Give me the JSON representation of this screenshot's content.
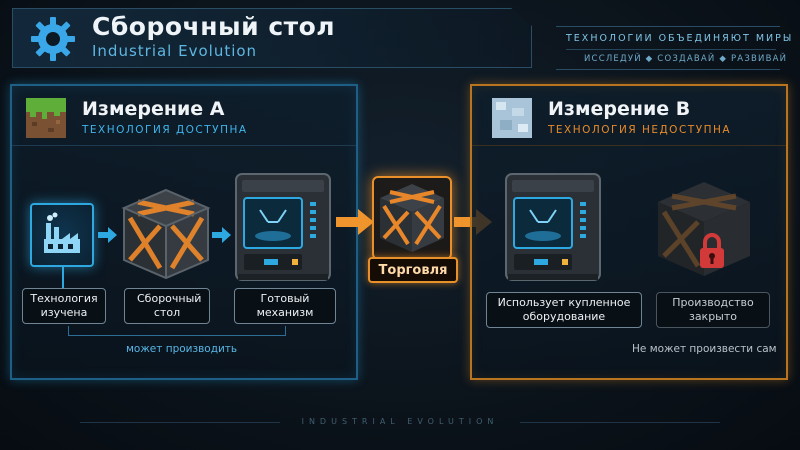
{
  "header": {
    "title": "Сборочный стол",
    "subtitle": "Industrial Evolution",
    "tagline": "ТЕХНОЛОГИИ ОБЪЕДИНЯЮТ МИРЫ",
    "slogan": "ИССЛЕДУЙ ◆ СОЗДАВАЙ ◆ РАЗВИВАЙ"
  },
  "dimension_a": {
    "title": "Измерение А",
    "status": "ТЕХНОЛОГИЯ ДОСТУПНА",
    "steps": [
      {
        "label": "Технология изучена",
        "icon": "factory-icon"
      },
      {
        "label": "Сборочный стол",
        "icon": "assembly-table-icon"
      },
      {
        "label": "Готовый механизм",
        "icon": "machine-icon"
      }
    ],
    "can_produce": "может производить"
  },
  "trade": {
    "label": "Торговля"
  },
  "dimension_b": {
    "title": "Измерение В",
    "status": "ТЕХНОЛОГИЯ НЕДОСТУПНА",
    "steps": [
      {
        "label": "Использует купленное оборудование",
        "icon": "machine-icon"
      },
      {
        "label": "Производство закрыто",
        "icon": "locked-table-icon"
      }
    ],
    "cannot_produce": "Не может произвести сам"
  },
  "footer": {
    "text": "INDUSTRIAL EVOLUTION"
  },
  "colors": {
    "accent_blue": "#2ea8e0",
    "accent_orange": "#e8902a",
    "lock_red": "#d23a3a"
  }
}
